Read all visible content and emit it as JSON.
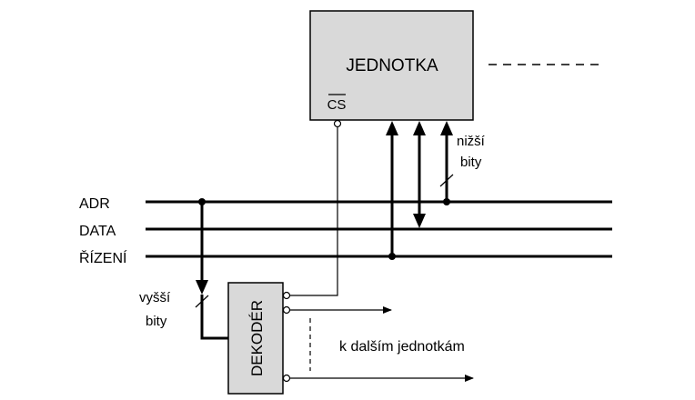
{
  "unit": {
    "label": "JEDNOTKA",
    "cs_label": "CS"
  },
  "buses": {
    "adr": "ADR",
    "data": "DATA",
    "control": "ŘÍZENÍ"
  },
  "annotations": {
    "lower_bits_line1": "nižší",
    "lower_bits_line2": "bity",
    "upper_bits_line1": "vyšší",
    "upper_bits_line2": "bity",
    "other_units": "k dalším jednotkám"
  },
  "decoder": {
    "label": "DEKODÉR"
  },
  "colors": {
    "box_fill": "#d9d9d9",
    "line": "#000000",
    "dashed": "#000000"
  }
}
